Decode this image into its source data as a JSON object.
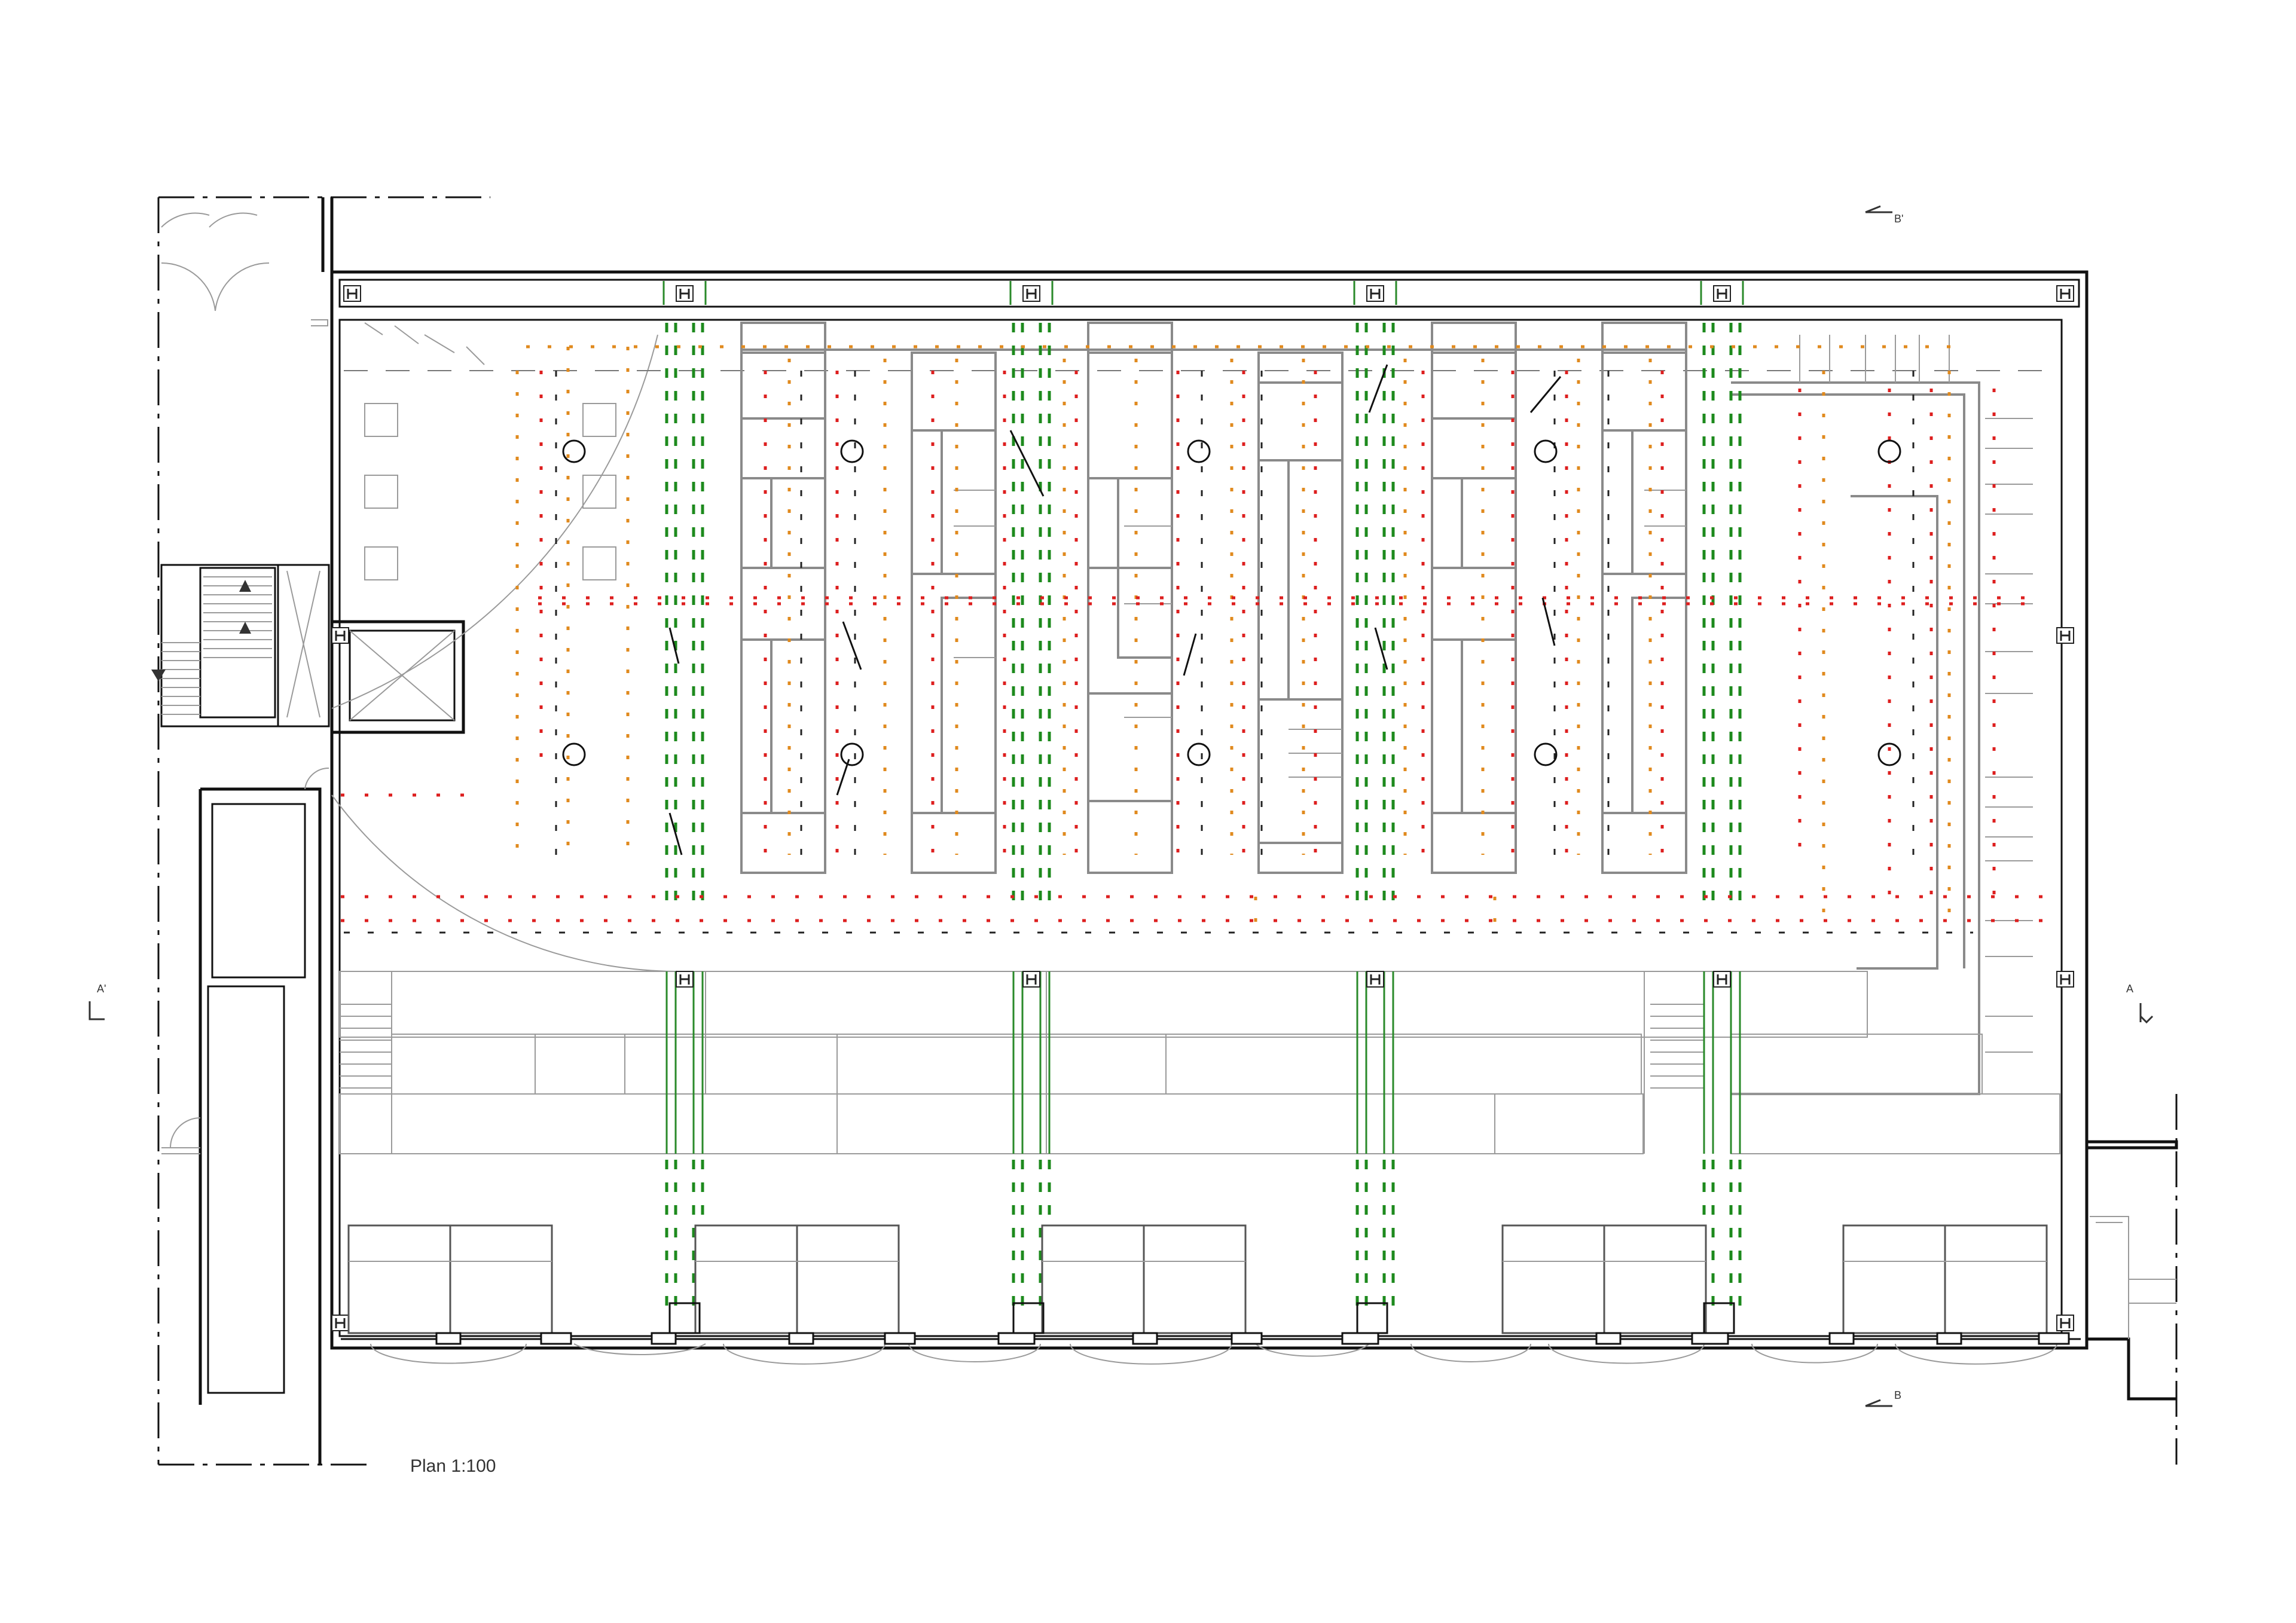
{
  "drawing": {
    "scale_label": "Plan 1:100",
    "section_marks": {
      "a_left": "A'",
      "a_right": "A",
      "b_top": "B'",
      "b_bottom": "B"
    },
    "colors": {
      "walls": "#111111",
      "partitions": "#8a8a8a",
      "structure_green": "#2a8a2a",
      "dots_orange": "#e08a1e",
      "dots_red": "#dd1f1f"
    },
    "icons": [
      "column-h-icon",
      "stair-arrow-icon",
      "elevator-cross-icon",
      "door-swing-icon",
      "round-column-icon"
    ]
  }
}
